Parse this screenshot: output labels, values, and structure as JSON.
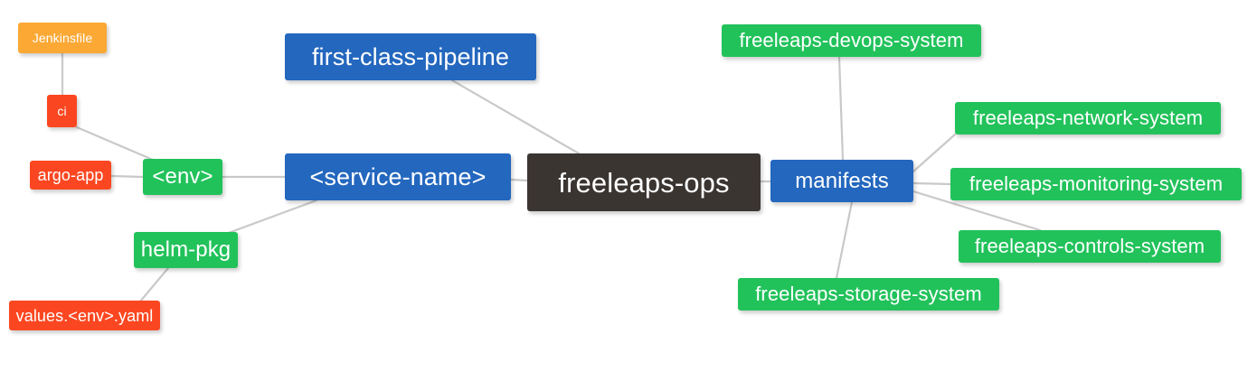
{
  "diagram": {
    "type": "mind-map",
    "background": "#ffffff",
    "edge_color": "#c9c9c9",
    "palette": {
      "root_dark": "#3b3532",
      "blue": "#2367be",
      "green": "#22c25b",
      "red": "#fb4721",
      "orange": "#fba835",
      "text": "#ffffff"
    },
    "root": "freeleaps-ops",
    "nodes": [
      {
        "id": "jenkinsfile",
        "label": "Jenkinsfile",
        "color": "#fba835",
        "tier": "tiny"
      },
      {
        "id": "ci",
        "label": "ci",
        "color": "#fb4721",
        "tier": "tiny"
      },
      {
        "id": "argo-app",
        "label": "argo-app",
        "color": "#fb4721",
        "tier": "small"
      },
      {
        "id": "env",
        "label": "<env>",
        "color": "#22c25b",
        "tier": "mid"
      },
      {
        "id": "helm-pkg",
        "label": "helm-pkg",
        "color": "#22c25b",
        "tier": "mid"
      },
      {
        "id": "values",
        "label": "values.<env>.yaml",
        "color": "#fb4721",
        "tier": "small"
      },
      {
        "id": "first-class",
        "label": "first-class-pipeline",
        "color": "#2367be",
        "tier": "big"
      },
      {
        "id": "service-name",
        "label": "<service-name>",
        "color": "#2367be",
        "tier": "big"
      },
      {
        "id": "root",
        "label": "freeleaps-ops",
        "color": "#3b3532",
        "tier": "root"
      },
      {
        "id": "manifests",
        "label": "manifests",
        "color": "#2367be",
        "tier": "mid"
      },
      {
        "id": "devops",
        "label": "freeleaps-devops-system",
        "color": "#22c25b",
        "tier": "sys"
      },
      {
        "id": "network",
        "label": "freeleaps-network-system",
        "color": "#22c25b",
        "tier": "sys"
      },
      {
        "id": "monitoring",
        "label": "freeleaps-monitoring-system",
        "color": "#22c25b",
        "tier": "sys"
      },
      {
        "id": "controls",
        "label": "freeleaps-controls-system",
        "color": "#22c25b",
        "tier": "sys"
      },
      {
        "id": "storage",
        "label": "freeleaps-storage-system",
        "color": "#22c25b",
        "tier": "sys"
      }
    ],
    "edges": [
      {
        "from": "jenkinsfile",
        "to": "ci"
      },
      {
        "from": "ci",
        "to": "env"
      },
      {
        "from": "argo-app",
        "to": "env"
      },
      {
        "from": "env",
        "to": "service-name"
      },
      {
        "from": "helm-pkg",
        "to": "service-name"
      },
      {
        "from": "values",
        "to": "helm-pkg"
      },
      {
        "from": "first-class",
        "to": "root"
      },
      {
        "from": "service-name",
        "to": "root"
      },
      {
        "from": "root",
        "to": "manifests"
      },
      {
        "from": "manifests",
        "to": "devops"
      },
      {
        "from": "manifests",
        "to": "network"
      },
      {
        "from": "manifests",
        "to": "monitoring"
      },
      {
        "from": "manifests",
        "to": "controls"
      },
      {
        "from": "manifests",
        "to": "storage"
      }
    ]
  }
}
